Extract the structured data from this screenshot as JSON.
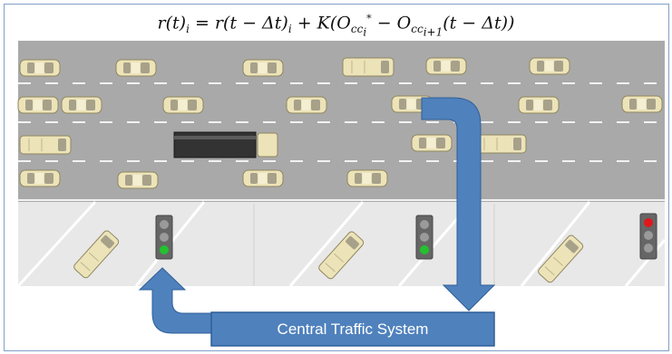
{
  "formula": {
    "r_t_i": "r(t)",
    "sub_i": "i",
    "eq": " = r(t − Δt)",
    "sub_i2": "i",
    "plus_k": " + K(O",
    "sub_cc_i": "cc",
    "sub_i3": "i",
    "star": "*",
    "minus": " − O",
    "sub_cc_i1": "cc",
    "sub_i_plus_1": "i+1",
    "tail": "(t − Δt))"
  },
  "central_system": {
    "label": "Central Traffic System",
    "fill": "#4f81bd"
  },
  "signals": [
    {
      "id": "signal-1",
      "active": "green"
    },
    {
      "id": "signal-2",
      "active": "green"
    },
    {
      "id": "signal-3",
      "active": "red"
    }
  ],
  "colors": {
    "road": "#a9a9a9",
    "ramp_area": "#e8e8e8",
    "car": "#ece3b8",
    "truck": "#333333",
    "arrow": "#4f81bd",
    "green": "#23c12e",
    "red": "#e2171b"
  }
}
